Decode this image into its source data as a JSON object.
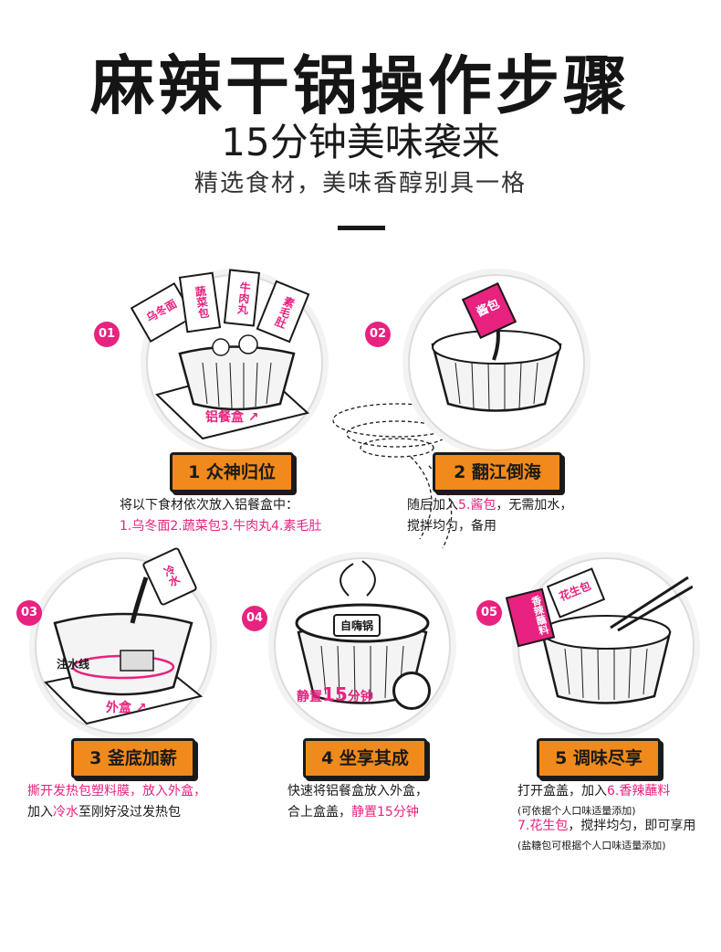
{
  "header": {
    "title": "麻辣干锅操作步骤",
    "subtitle": "15分钟美味袭来",
    "tagline": "精选食材，美味香醇别具一格"
  },
  "steps": [
    {
      "num": "01",
      "label": "1 众神归位",
      "tag": "铝餐盒",
      "packets": [
        "乌冬面",
        "蔬菜包",
        "牛肉丸",
        "素毛肚"
      ],
      "line1": "将以下食材依次放入铝餐盒中：",
      "line2": "1.乌冬面2.蔬菜包3.牛肉丸4.素毛肚"
    },
    {
      "num": "02",
      "label": "2 翻江倒海",
      "packet": "酱包",
      "line1_a": "随后加入",
      "line1_b": "5.酱包",
      "line1_c": "，无需加水，",
      "line2": "搅拌均匀，备用"
    },
    {
      "num": "03",
      "label": "3 釜底加薪",
      "tag": "外盒",
      "waterline": "注水线",
      "cup": "冷水",
      "line1": "撕开发热包塑料膜，放入外盒，",
      "line2_a": "加入",
      "line2_b": "冷水",
      "line2_c": "至刚好没过发热包"
    },
    {
      "num": "04",
      "label": "4 坐享其成",
      "timer_a": "静置",
      "timer_b": "15",
      "timer_c": "分钟",
      "lid_text": "自嗨锅",
      "line1": "快速将铝餐盒放入外盒，",
      "line2_a": "合上盒盖，",
      "line2_b": "静置15分钟"
    },
    {
      "num": "05",
      "label": "5 调味尽享",
      "packet_a": "香辣蘸料",
      "packet_b": "花生包",
      "line1_a": "打开盒盖，加入",
      "line1_b": "6.香辣蘸料",
      "note1": "(可依据个人口味适量添加)",
      "line2_a": "7.花生包",
      "line2_b": "，搅拌均匀，即可享用",
      "note2": "(盐糖包可根据个人口味适量添加)"
    }
  ],
  "colors": {
    "accent": "#f08a1c",
    "pink": "#e8227f",
    "ink": "#1a1a1a"
  }
}
